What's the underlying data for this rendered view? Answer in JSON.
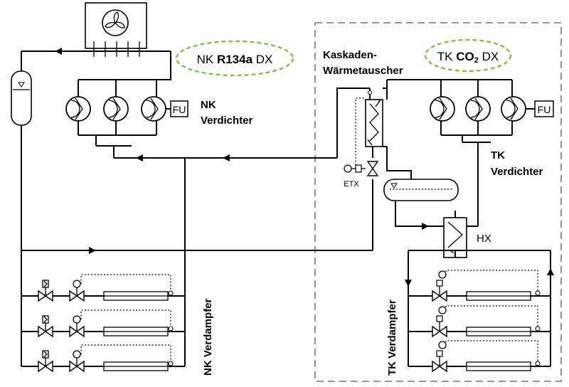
{
  "labels": {
    "nk_badge_prefix": "NK",
    "nk_badge_refrigerant": "R134a",
    "nk_badge_suffix": "DX",
    "tk_badge_prefix": "TK",
    "tk_badge_refrigerant_main": "CO",
    "tk_badge_refrigerant_sub": "2",
    "tk_badge_suffix": "DX",
    "cascade_line1": "Kaskaden-",
    "cascade_line2": "Wärmetauscher",
    "nk_comp_line1": "NK",
    "nk_comp_line2": "Verdichter",
    "tk_comp_line1": "TK",
    "tk_comp_line2": "Verdichter",
    "fu_nk": "FU",
    "fu_tk": "FU",
    "etx": "ETX",
    "hx": "HX",
    "nk_evaporator": "NK Verdampfer",
    "tk_evaporator": "TK Verdampfer"
  },
  "colors": {
    "line": "#000000",
    "badge_outline": "#7dc242",
    "boundary": "#777777"
  }
}
